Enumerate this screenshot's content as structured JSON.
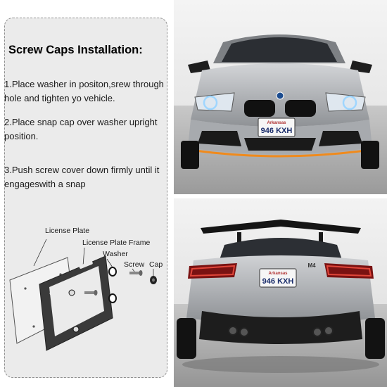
{
  "instructions": {
    "heading": "Screw Caps Installation:",
    "steps": [
      "1.Place washer in positon,srew through hole and tighten yo vehicle.",
      "2.Place snap cap over washer upright position.",
      "3.Push screw cover down firmly until it engageswith a snap"
    ]
  },
  "diagram": {
    "labels": {
      "license_plate": "License Plate",
      "license_plate_frame": "License Plate Frame",
      "washer": "Washer",
      "screw": "Screw",
      "cap": "Cap"
    }
  },
  "front_car": {
    "plate_state": "Arkansas",
    "plate_number": "946 KXH"
  },
  "rear_car": {
    "plate_state": "Arkansas",
    "plate_number": "946 KXH",
    "model_badge": "M4"
  },
  "colors": {
    "panel_bg": "#ebebeb",
    "panel_border": "#8f8f8f",
    "car_body": "#b9bcc0",
    "taillight": "#c0392b",
    "drl": "#9fd6ff"
  }
}
